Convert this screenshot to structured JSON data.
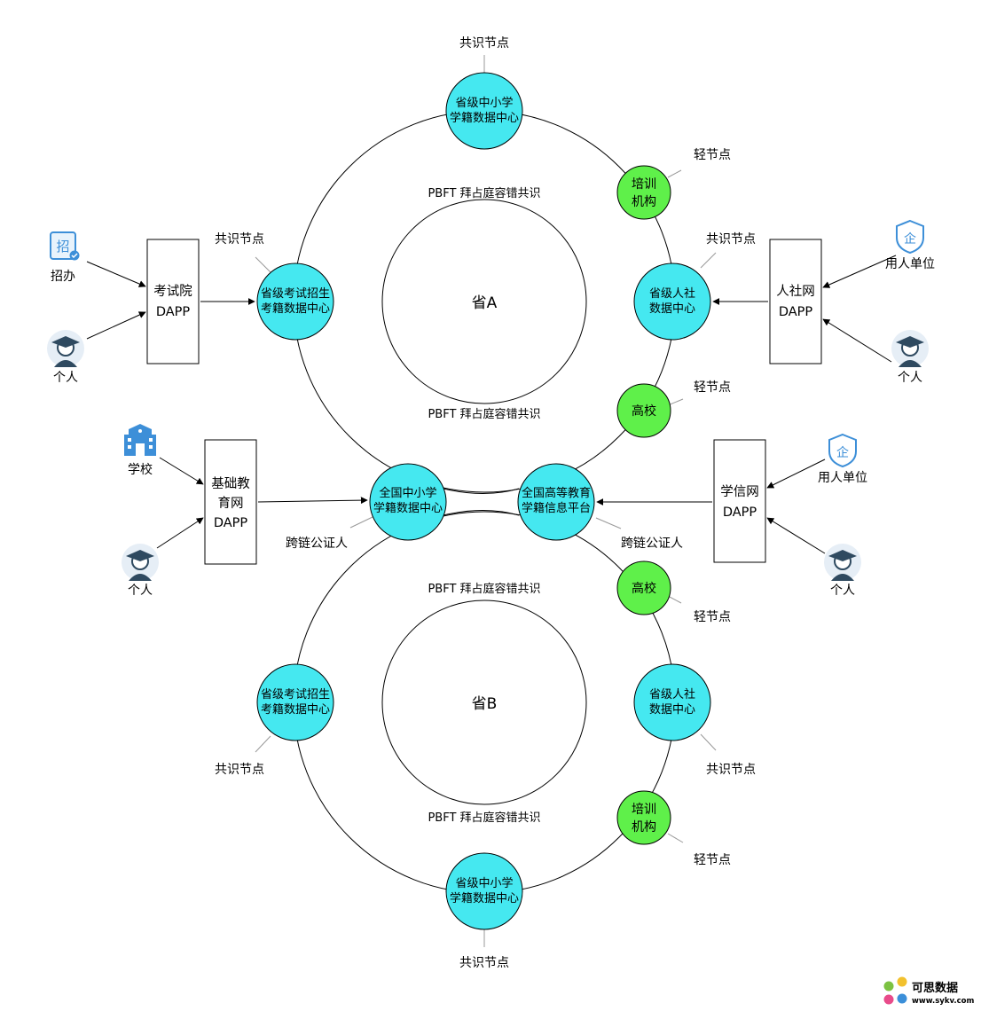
{
  "colors": {
    "validator_fill": "#45e8f0",
    "light_fill": "#5ff04a",
    "line": "#000000",
    "icon_blue": "#3d8fd8",
    "person_dark": "#2f4a60",
    "person_bg": "#e6eef6"
  },
  "top": {
    "consensus_label": "PBFT 拜占庭容错共识",
    "province_label": "省A",
    "nodes": {
      "edu_top": {
        "line1": "省级中小学",
        "line2": "学籍数据中心",
        "tag": "共识节点"
      },
      "training": {
        "line1": "培训",
        "line2": "机构",
        "tag": "轻节点"
      },
      "exam": {
        "line1": "省级考试招生",
        "line2": "考籍数据中心",
        "tag": "共识节点"
      },
      "hrss": {
        "line1": "省级人社",
        "line2": "数据中心",
        "tag": "共识节点"
      },
      "college": {
        "line1": "高校",
        "tag": "轻节点"
      }
    }
  },
  "cross": {
    "national_k12": {
      "line1": "全国中小学",
      "line2": "学籍数据中心",
      "tag": "跨链公证人"
    },
    "national_higher": {
      "line1": "全国高等教育",
      "line2": "学籍信息平台",
      "tag": "跨链公证人"
    }
  },
  "bottom": {
    "consensus_label": "PBFT 拜占庭容错共识",
    "province_label": "省B",
    "nodes": {
      "college": {
        "line1": "高校",
        "tag": "轻节点"
      },
      "exam": {
        "line1": "省级考试招生",
        "line2": "考籍数据中心",
        "tag": "共识节点"
      },
      "hrss": {
        "line1": "省级人社",
        "line2": "数据中心",
        "tag": "共识节点"
      },
      "training": {
        "line1": "培训",
        "line2": "机构",
        "tag": "轻节点"
      },
      "edu_bottom": {
        "line1": "省级中小学",
        "line2": "学籍数据中心",
        "tag": "共识节点"
      }
    }
  },
  "dapps": {
    "exam_dapp": {
      "line1": "考试院",
      "line2": "DAPP"
    },
    "hr_dapp": {
      "line1": "人社网",
      "line2": "DAPP"
    },
    "basic_dapp": {
      "line1": "基础教",
      "line2": "育网",
      "line3": "DAPP"
    },
    "xuexin_dapp": {
      "line1": "学信网",
      "line2": "DAPP"
    }
  },
  "actors": {
    "zhaoban": {
      "label": "招办",
      "icon": "recruitment-office-icon",
      "glyph": "招"
    },
    "person_exam": {
      "label": "个人",
      "icon": "graduate-person-icon"
    },
    "employer_hr": {
      "label": "用人单位",
      "icon": "enterprise-shield-icon",
      "glyph": "企"
    },
    "person_hr": {
      "label": "个人",
      "icon": "graduate-person-icon"
    },
    "school": {
      "label": "学校",
      "icon": "school-building-icon"
    },
    "person_basic": {
      "label": "个人",
      "icon": "graduate-person-icon"
    },
    "employer_xuexin": {
      "label": "用人单位",
      "icon": "enterprise-shield-icon",
      "glyph": "企"
    },
    "person_xuexin": {
      "label": "个人",
      "icon": "graduate-person-icon"
    }
  },
  "watermark": {
    "title": "可思数据",
    "url": "www.sykv.com"
  }
}
